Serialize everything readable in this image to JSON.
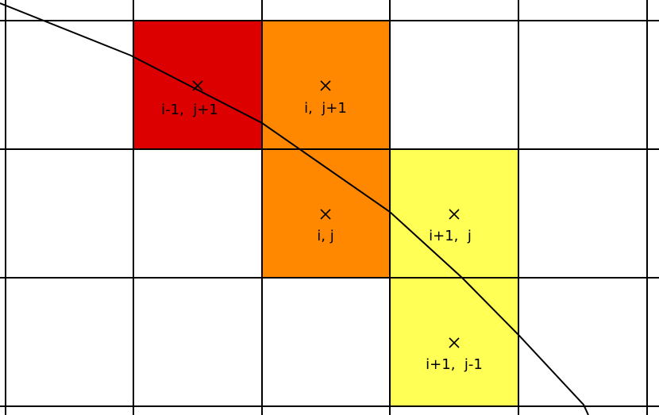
{
  "cells": [
    {
      "label": "i-1,  j+1",
      "color": "#dd0000"
    },
    {
      "label": "i,  j+1",
      "color": "#ff8800"
    },
    {
      "label": "i, j",
      "color": "#ff8800"
    },
    {
      "label": "i+1,  j",
      "color": "#ffff55"
    },
    {
      "label": "i+1,  j-1",
      "color": "#ffff55"
    }
  ],
  "colors": {
    "grid": "#000000",
    "background": "#ffffff"
  },
  "icons": {
    "center_marker": "x-mark-icon"
  }
}
